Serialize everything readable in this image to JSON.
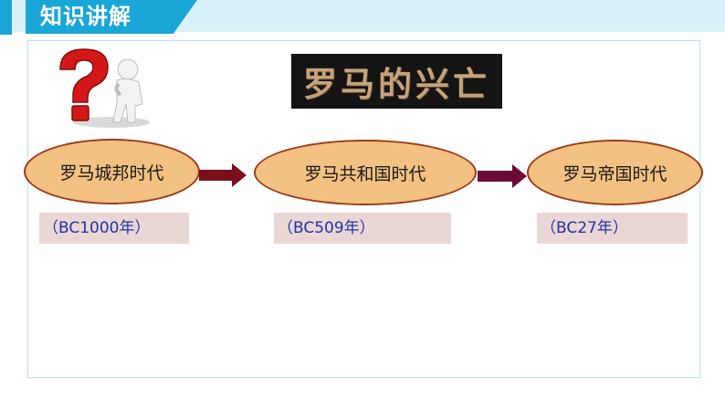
{
  "header": {
    "title": "知识讲解"
  },
  "slide": {
    "title": "罗马的兴亡"
  },
  "timeline": [
    {
      "label": "罗马城邦时代",
      "date": "（BC1000年）"
    },
    {
      "label": "罗马共和国时代",
      "date": "（BC509年）"
    },
    {
      "label": "罗马帝国时代",
      "date": "（BC27年）"
    }
  ],
  "colors": {
    "accent": "#1aa7d8",
    "ellipse_fill": "#f3c181",
    "ellipse_border": "#9a3d1a",
    "arrow": "#7a0f1a",
    "date_bg": "#ead7d5",
    "date_text": "#2233aa"
  }
}
